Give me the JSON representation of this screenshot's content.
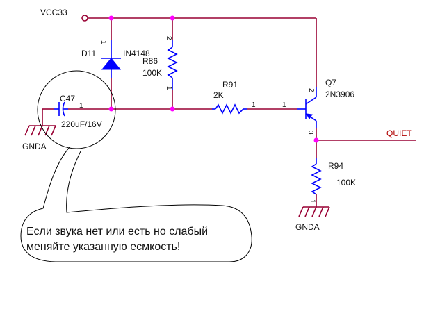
{
  "nets": {
    "vcc": "VCC33",
    "gnd_left": "GNDA",
    "gnd_right": "GNDA",
    "quiet": "QUIET"
  },
  "components": {
    "d11": {
      "ref": "D11",
      "value": "IN4148",
      "pin": "1"
    },
    "r86": {
      "ref": "R86",
      "value": "100K",
      "pin_top": "2",
      "pin_bottom": "1"
    },
    "c47": {
      "ref": "C47",
      "value": "220uF/16V",
      "pin": "1"
    },
    "r91": {
      "ref": "R91",
      "value": "2K",
      "pin_left": "1",
      "pin_right": "1"
    },
    "q7": {
      "ref": "Q7",
      "value": "2N3906",
      "pin_collector": "2",
      "pin_emitter": "3"
    },
    "r94": {
      "ref": "R94",
      "value": "100K",
      "pin": "1"
    }
  },
  "callout": {
    "line1": "Если звука нет или есть но слабый",
    "line2": "меняйте указанную есмкость!"
  },
  "colors": {
    "wire": "#990033",
    "component": "#0000ff",
    "junction": "#ff00ff",
    "net_label_quiet": "#b00000"
  }
}
